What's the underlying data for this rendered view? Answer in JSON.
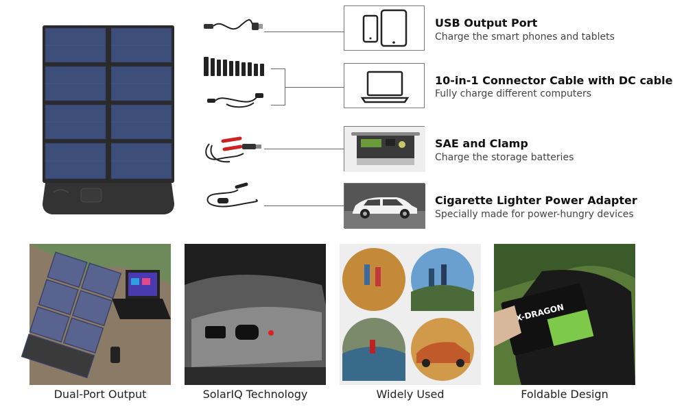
{
  "features": [
    {
      "title": "USB Output Port",
      "subtitle": "Charge the smart phones and tablets",
      "icon": "phone-tablet-icon"
    },
    {
      "title": "10-in-1 Connector Cable with DC cable",
      "subtitle": "Fully charge different computers",
      "icon": "laptop-icon"
    },
    {
      "title": "SAE and Clamp",
      "subtitle": "Charge the storage batteries",
      "icon": "power-station-image"
    },
    {
      "title": "Cigarette Lighter Power Adapter",
      "subtitle": "Specially made for power-hungry devices",
      "icon": "car-image"
    }
  ],
  "tiles": [
    {
      "caption": "Dual-Port Output"
    },
    {
      "caption": "SolarIQ Technology"
    },
    {
      "caption": "Widely Used"
    },
    {
      "caption": "Foldable Design",
      "brand": "X-DRAGON"
    }
  ]
}
